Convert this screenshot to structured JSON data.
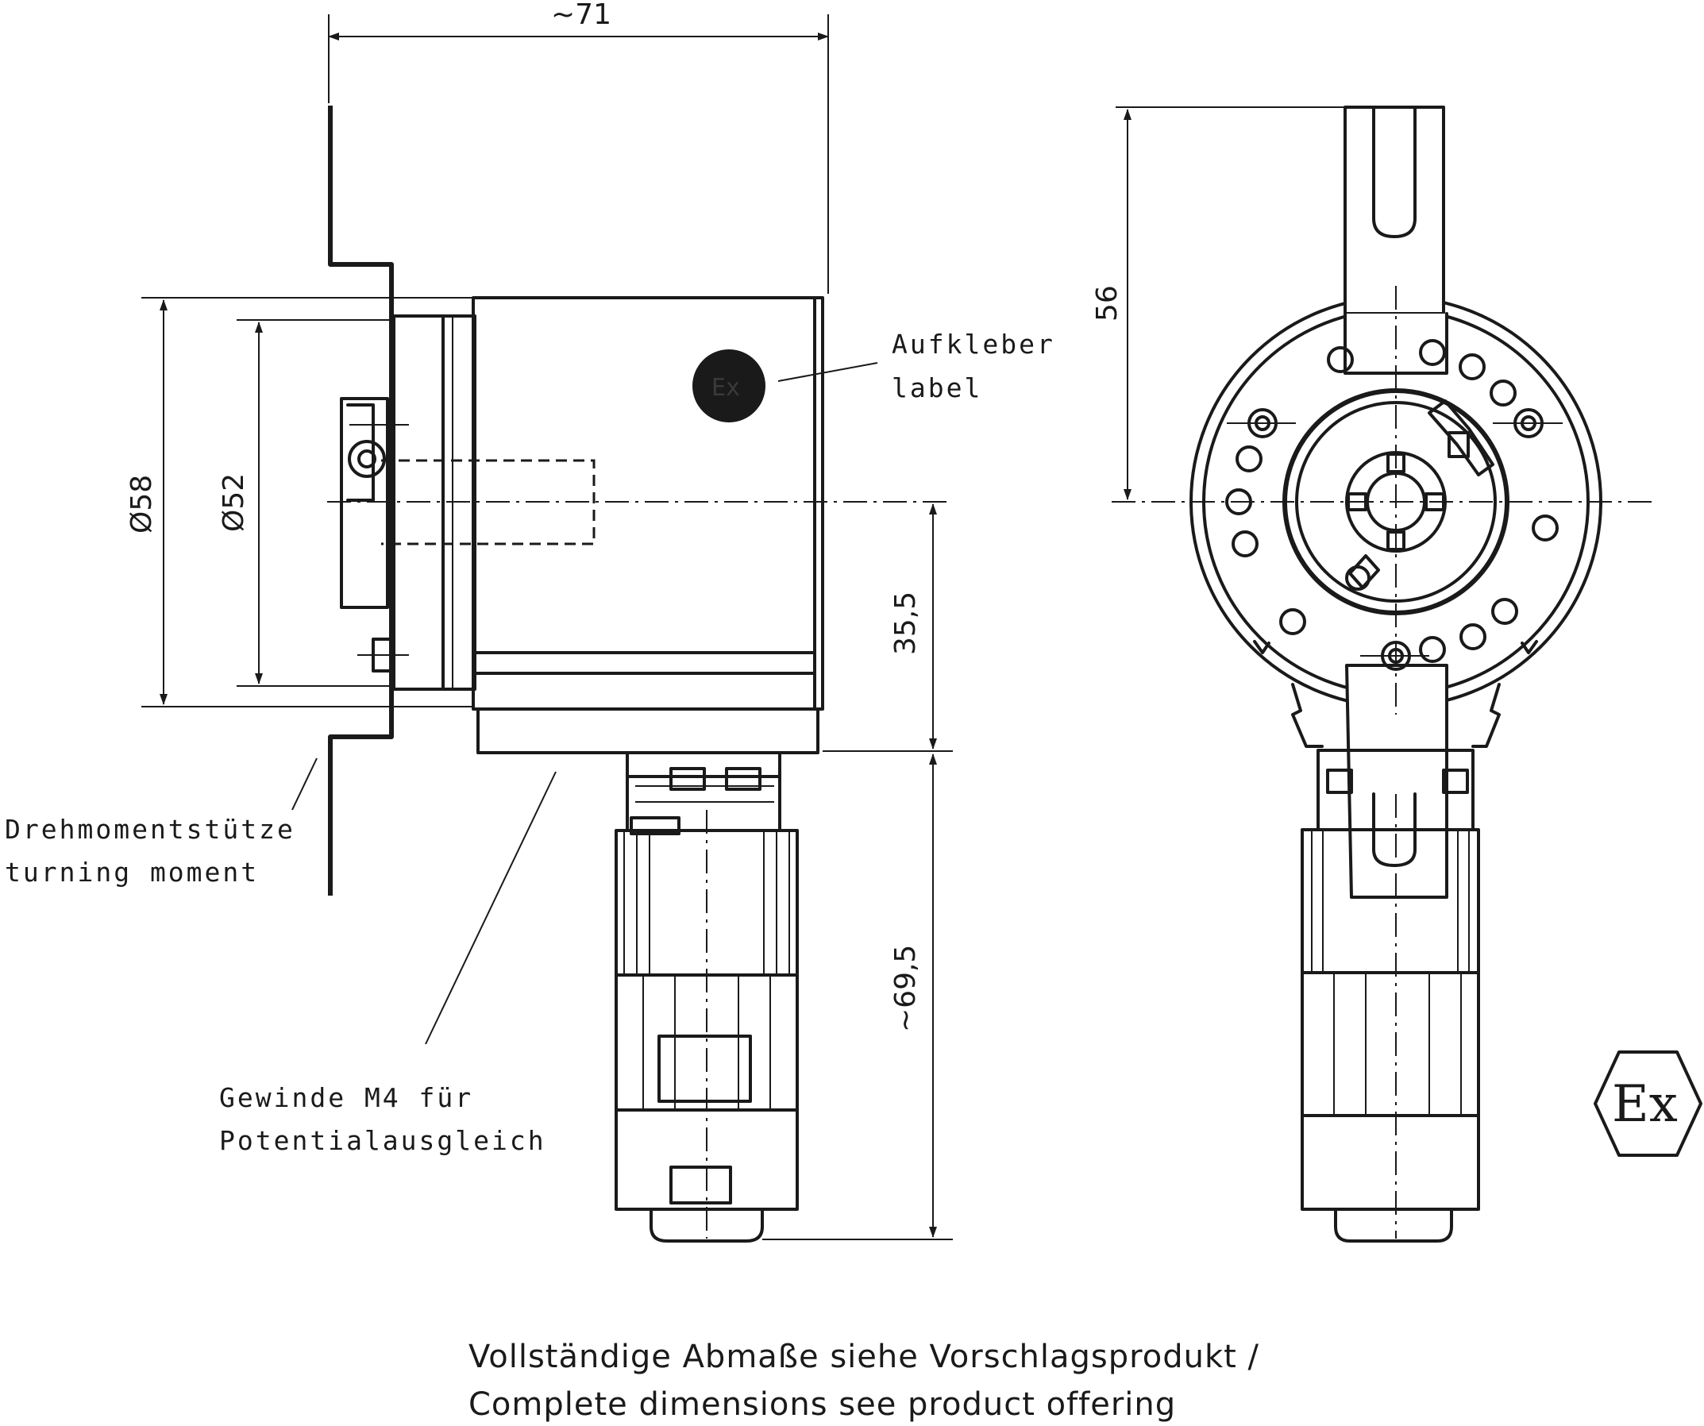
{
  "dimensions": {
    "overall_length": "~71",
    "diameter_outer": "Ø58",
    "diameter_inner": "Ø52",
    "center_to_bottom": "35,5",
    "connector_length": "~69,5",
    "slot_height": "56"
  },
  "labels": {
    "sticker_de": "Aufkleber",
    "sticker_en": "label",
    "sticker_mark": "Ex",
    "torque_de": "Drehmomentstütze",
    "torque_en": "turning moment",
    "thread_de": "Gewinde M4 für",
    "thread_en": "Potentialausgleich"
  },
  "ex_mark": "Ex",
  "footer": {
    "line1": "Vollständige Abmaße siehe Vorschlagsprodukt /",
    "line2": "Complete dimensions see product offering"
  }
}
